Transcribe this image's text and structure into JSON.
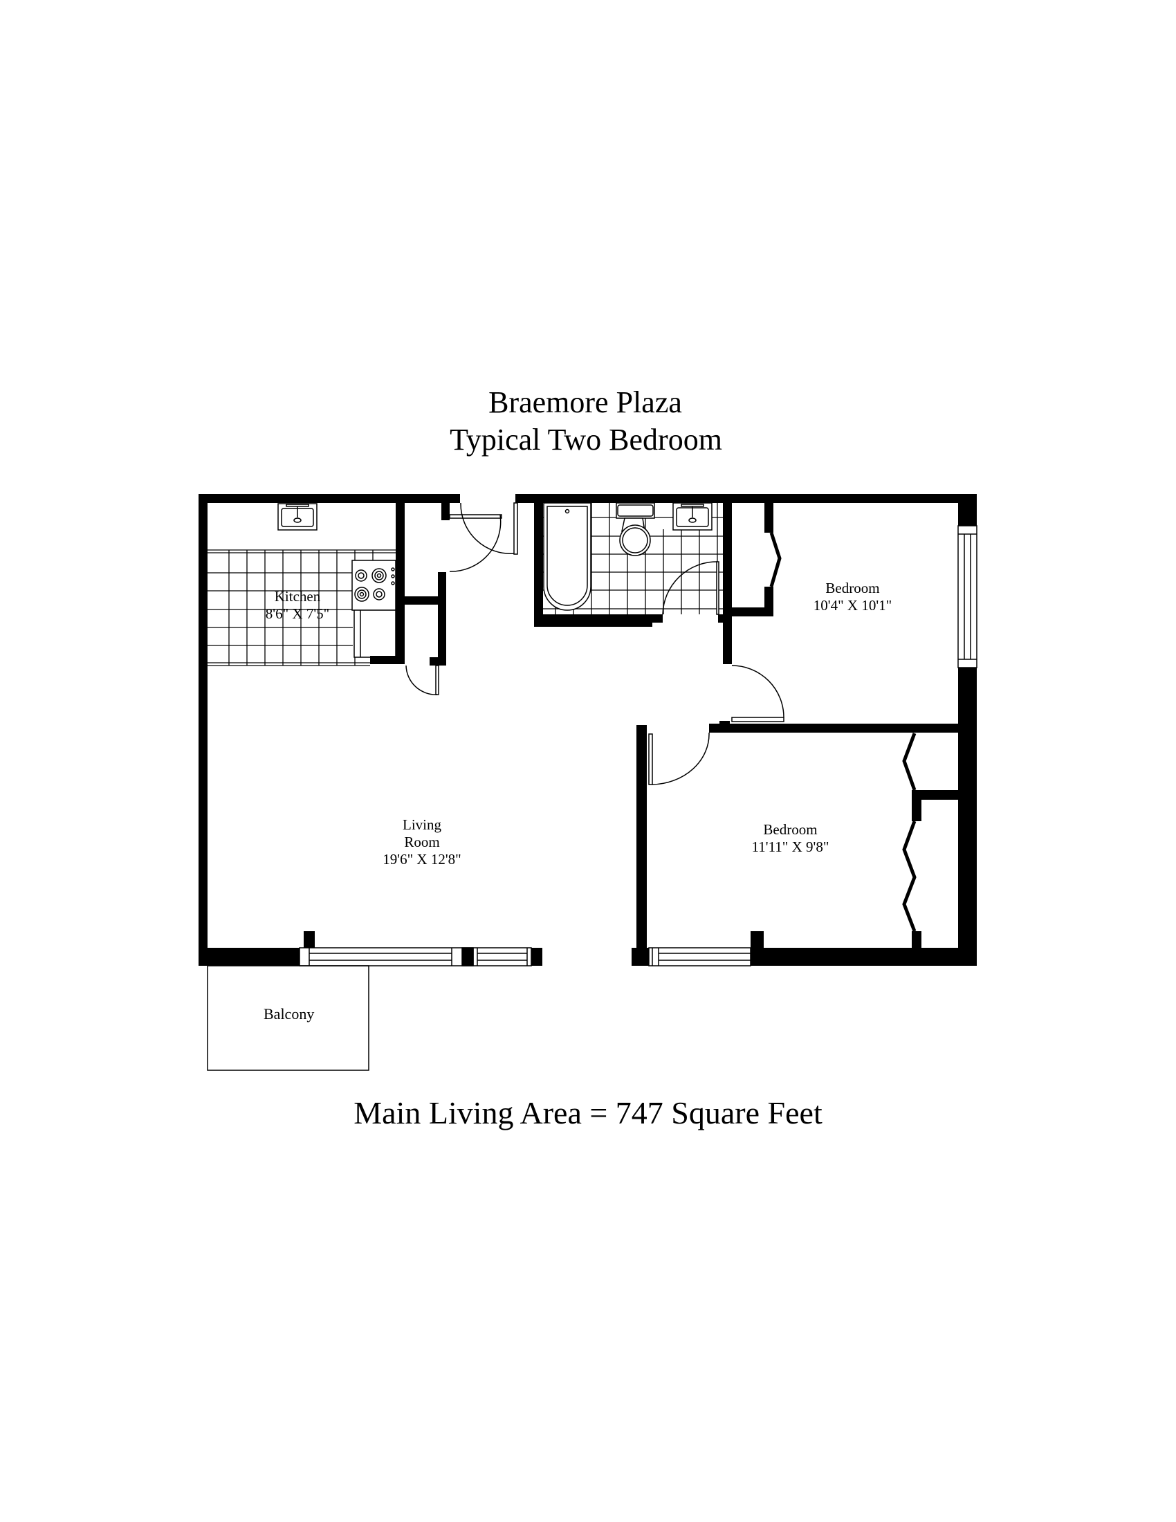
{
  "header": {
    "building_name": "Braemore Plaza",
    "unit_type": "Typical Two Bedroom"
  },
  "rooms": {
    "kitchen": {
      "name": "Kitchen",
      "dimensions": "8'6\" X 7'5\""
    },
    "living_room": {
      "name_line1": "Living",
      "name_line2": "Room",
      "dimensions": "19'6\" X 12'8\""
    },
    "bedroom_1": {
      "name": "Bedroom",
      "dimensions": "10'4\" X 10'1\""
    },
    "bedroom_2": {
      "name": "Bedroom",
      "dimensions": "11'11\" X 9'8\""
    },
    "balcony": {
      "name": "Balcony"
    }
  },
  "footer": {
    "area_text": "Main Living Area = 747 Square Feet"
  },
  "colors": {
    "wall": "#000000",
    "background": "#ffffff"
  }
}
